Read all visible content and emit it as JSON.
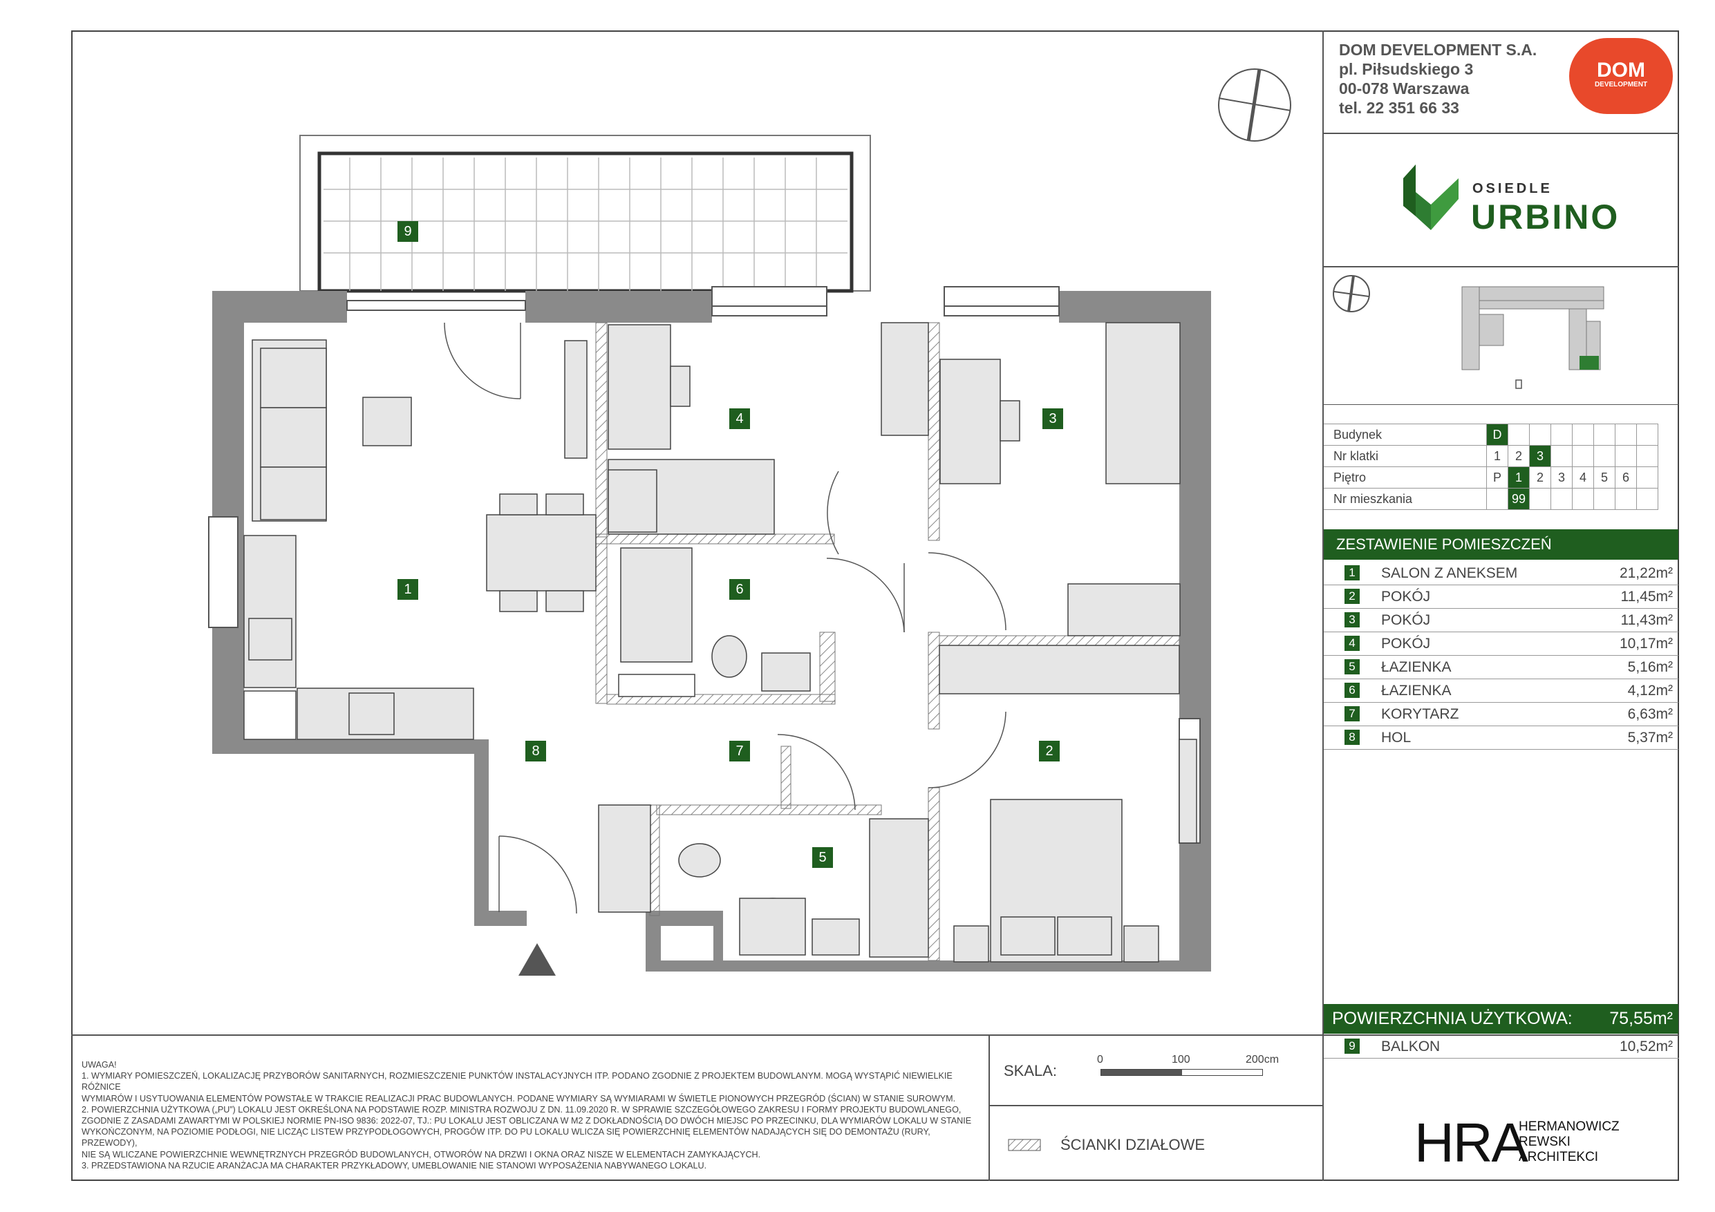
{
  "company": {
    "name": "DOM DEVELOPMENT S.A.",
    "street": "pl. Piłsudskiego 3",
    "city": "00-078 Warszawa",
    "phone": "tel. 22 351 66 33",
    "logo_line1": "DOM",
    "logo_line2": "DEVELOPMENT",
    "logo_color": "#e8492b"
  },
  "project": {
    "prefix": "OSIEDLE",
    "name": "URBINO",
    "logo_color": "#1f5e1f"
  },
  "info": {
    "building_label": "Budynek",
    "building_value": "D",
    "staircase_label": "Nr klatki",
    "staircases": [
      "1",
      "2",
      "3"
    ],
    "staircase_selected": "3",
    "floor_label": "Piętro",
    "floors": [
      "P",
      "1",
      "2",
      "3",
      "4",
      "5",
      "6"
    ],
    "floor_selected": "1",
    "flat_label": "Nr mieszkania",
    "flat_value": "99"
  },
  "rooms_title": "ZESTAWIENIE POMIESZCZEŃ",
  "rooms": [
    {
      "num": "1",
      "name": "SALON Z ANEKSEM",
      "area": "21,22m²"
    },
    {
      "num": "2",
      "name": "POKÓJ",
      "area": "11,45m²"
    },
    {
      "num": "3",
      "name": "POKÓJ",
      "area": "11,43m²"
    },
    {
      "num": "4",
      "name": "POKÓJ",
      "area": "10,17m²"
    },
    {
      "num": "5",
      "name": "ŁAZIENKA",
      "area": "5,16m²"
    },
    {
      "num": "6",
      "name": "ŁAZIENKA",
      "area": "4,12m²"
    },
    {
      "num": "7",
      "name": "KORYTARZ",
      "area": "6,63m²"
    },
    {
      "num": "8",
      "name": "HOL",
      "area": "5,37m²"
    }
  ],
  "total": {
    "label": "POWIERZCHNIA UŻYTKOWA:",
    "value": "75,55m²"
  },
  "balcony": {
    "num": "9",
    "name": "BALKON",
    "area": "10,52m²"
  },
  "plan_labels": [
    "1",
    "2",
    "3",
    "4",
    "5",
    "6",
    "7",
    "8",
    "9"
  ],
  "notes": {
    "title": "UWAGA!",
    "n1a": "1. WYMIARY POMIESZCZEŃ, LOKALIZACJĘ PRZYBORÓW SANITARNYCH, ROZMIESZCZENIE PUNKTÓW INSTALACYJNYCH ITP. PODANO ZGODNIE Z PROJEKTEM BUDOWLANYM. MOGĄ WYSTĄPIĆ NIEWIELKIE RÓŻNICE",
    "n1b": "WYMIARÓW I USYTUOWANIA ELEMENTÓW POWSTAŁE W TRAKCIE REALIZACJI PRAC BUDOWLANYCH. PODANE WYMIARY SĄ WYMIARAMI W ŚWIETLE PIONOWYCH PRZEGRÓD (ŚCIAN) W STANIE SUROWYM.",
    "n2a": "2. POWIERZCHNIA UŻYTKOWA („PU”) LOKALU JEST OKREŚLONA NA PODSTAWIE ROZP. MINISTRA ROZWOJU Z DN. 11.09.2020 R. W SPRAWIE SZCZEGÓŁOWEGO ZAKRESU I FORMY PROJEKTU BUDOWLANEGO,",
    "n2b": "ZGODNIE Z ZASADAMI ZAWARTYMI W POLSKIEJ NORMIE PN-ISO 9836: 2022-07, TJ.: PU LOKALU JEST OBLICZANA W M2 Z DOKŁADNOŚCIĄ DO DWÓCH MIEJSC PO PRZECINKU, DLA WYMIARÓW LOKALU W STANIE",
    "n2c": "WYKOŃCZONYM, NA POZIOMIE PODŁOGI, NIE LICZĄC LISTEW PRZYPODŁOGOWYCH, PROGÓW ITP. DO PU LOKALU WLICZA SIĘ POWIERZCHNIĘ ELEMENTÓW NADAJĄCYCH SIĘ DO DEMONTAŻU (RURY, PRZEWODY),",
    "n2d": "NIE SĄ WLICZANE POWIERZCHNIE WEWNĘTRZNYCH PRZEGRÓD BUDOWLANYCH, OTWORÓW NA DRZWI I OKNA ORAZ NISZE W ELEMENTACH ZAMYKAJĄCYCH.",
    "n3": "3. PRZEDSTAWIONA NA RZUCIE ARANŻACJA MA CHARAKTER PRZYKŁADOWY, UMEBLOWANIE NIE STANOWI WYPOSAŻENIA NABYWANEGO LOKALU."
  },
  "scale": {
    "label": "SKALA:",
    "t0": "0",
    "t1": "100",
    "t2": "200cm"
  },
  "legend": {
    "hatch_label": "ŚCIANKI DZIAŁOWE"
  },
  "architect": {
    "abbr": "HRA",
    "line1": "HERMANOWICZ",
    "line2": "REWSKI",
    "line3": "ARCHITEKCI"
  },
  "colors": {
    "wall": "#8a8a8a",
    "furniture": "#e6e6e6",
    "accent_green": "#1f5e1f"
  }
}
